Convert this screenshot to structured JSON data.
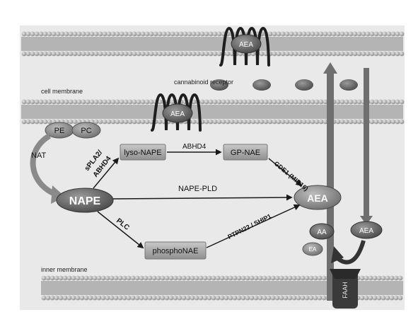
{
  "labels": {
    "cannabinoid_receptor": "cannabinoid receptor",
    "cell_membrane": "cell membrane",
    "inner_membrane": "inner membrane",
    "pe": "PE",
    "pc": "PC",
    "nat": "NAT",
    "spla2": "sPLA2/",
    "abhd4_a": "ABHD4",
    "lyso_nape": "lyso-NAPE",
    "abhd4_b": "ABHD4",
    "gp_nae": "GP-NAE",
    "gde1": "GDE1 (MIR16)",
    "nape": "NAPE",
    "nape_pld": "NAPE-PLD",
    "aea_main": "AEA",
    "aea_top": "AEA",
    "aea_receptor": "AEA",
    "aea_right": "AEA",
    "plc": "PLC",
    "ptpn22": "PTPN22 / SHIP1",
    "phospho_nae": "phosphoNAE",
    "aa": "AA",
    "ea": "EA",
    "faah": "FAAH"
  }
}
